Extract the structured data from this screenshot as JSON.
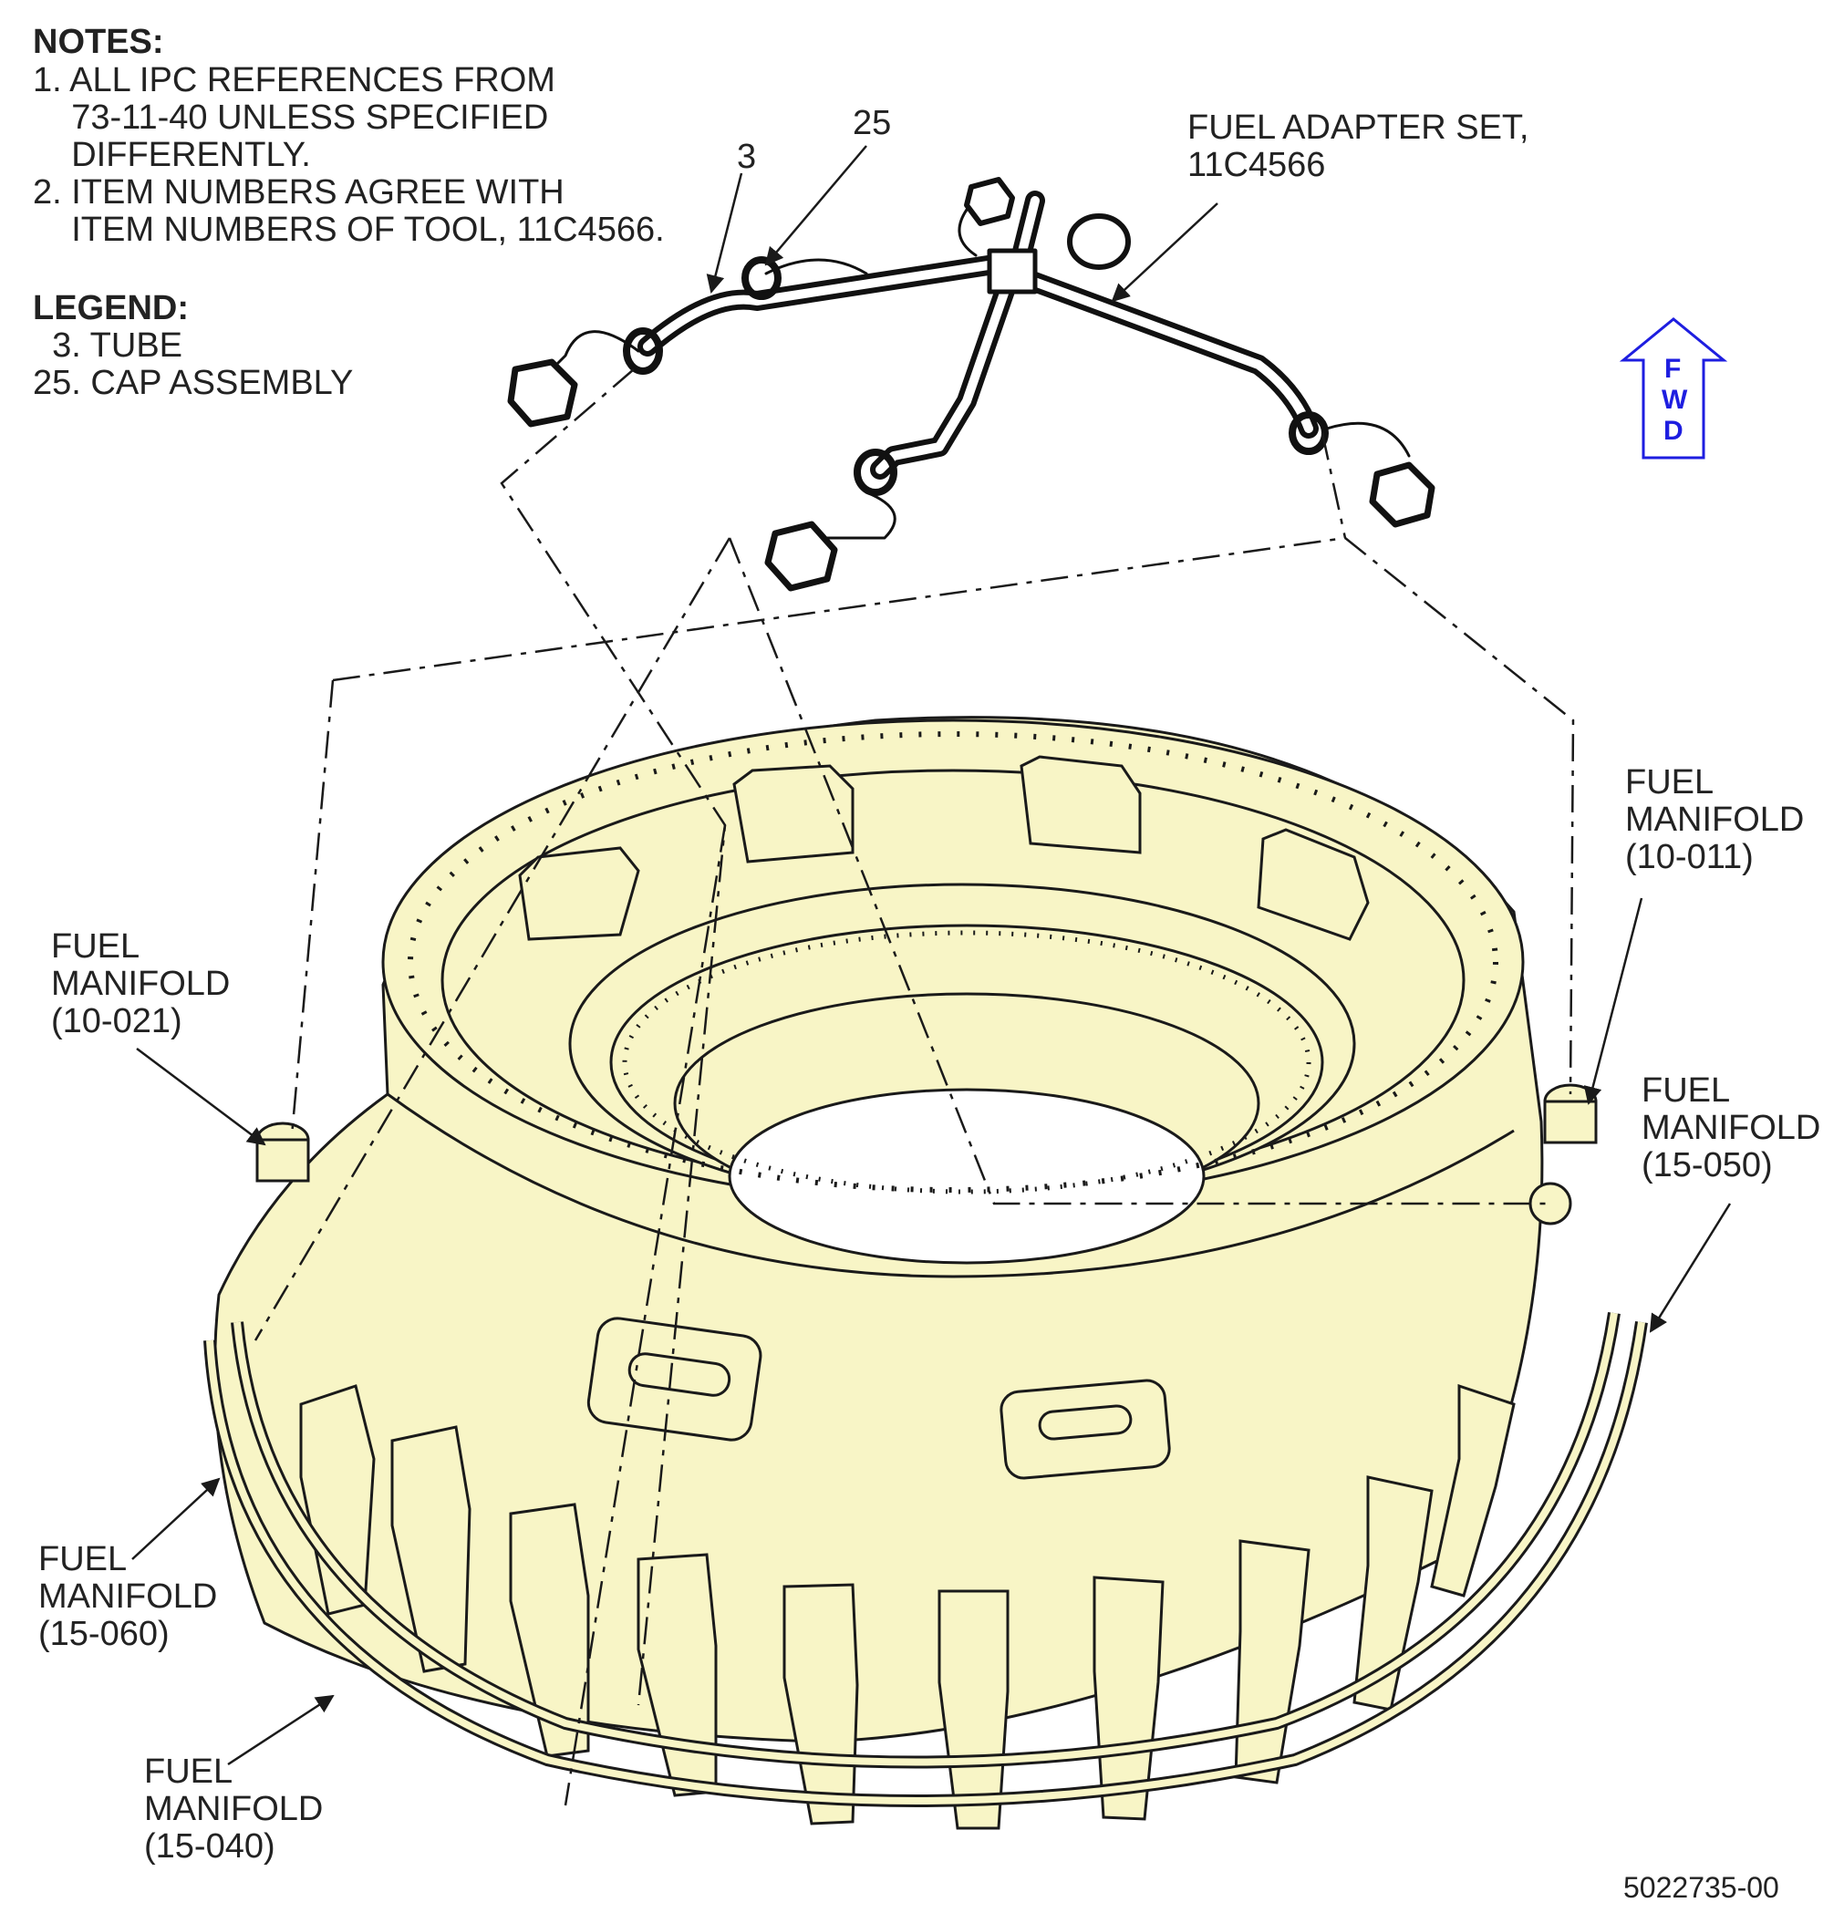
{
  "notes": {
    "heading": "NOTES:",
    "lines": [
      "1. ALL IPC REFERENCES FROM",
      "    73-11-40 UNLESS SPECIFIED",
      "    DIFFERENTLY.",
      "2. ITEM NUMBERS AGREE WITH",
      "    ITEM NUMBERS OF TOOL, 11C4566."
    ]
  },
  "legend": {
    "heading": "LEGEND:",
    "items": [
      "  3. TUBE",
      "25. CAP ASSEMBLY"
    ]
  },
  "callouts": {
    "item_3": "3",
    "item_25": "25",
    "fuel_adapter_set": [
      "FUEL ADAPTER SET,",
      "11C4566"
    ],
    "manifold_10_021": [
      "FUEL",
      "MANIFOLD",
      "(10-021)"
    ],
    "manifold_10_011": [
      "FUEL",
      "MANIFOLD",
      "(10-011)"
    ],
    "manifold_15_050": [
      "FUEL",
      "MANIFOLD",
      "(15-050)"
    ],
    "manifold_15_060": [
      "FUEL",
      "MANIFOLD",
      "(15-060)"
    ],
    "manifold_15_040": [
      "FUEL",
      "MANIFOLD",
      "(15-040)"
    ]
  },
  "fwd_arrow": {
    "letters": [
      "F",
      "W",
      "D"
    ],
    "color": "#1e1ee0"
  },
  "figure_number": "5022735-00",
  "colors": {
    "engine_fill": "#f8f5c6",
    "line": "#1a1a1a",
    "fwd": "#1e1ee0"
  }
}
